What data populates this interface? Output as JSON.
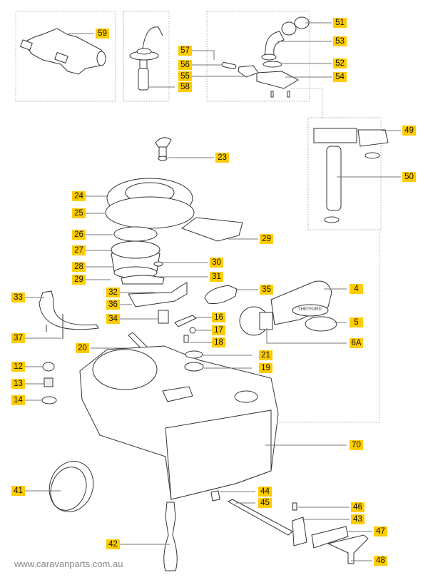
{
  "title": "Exploded parts diagram - cassette toilet",
  "watermark": "www.caravanparts.com.au",
  "label_color": "#ffcc00",
  "labels": {
    "p59": "59",
    "p57": "57",
    "p56": "56",
    "p55": "55",
    "p58": "58",
    "p51": "51",
    "p53": "53",
    "p52": "52",
    "p54": "54",
    "p49": "49",
    "p50": "50",
    "p23": "23",
    "p24": "24",
    "p25": "25",
    "p26": "26",
    "p27": "27",
    "p28": "28",
    "p29a": "29",
    "p29b": "29",
    "p30": "30",
    "p31": "31",
    "p32": "32",
    "p36": "36",
    "p34": "34",
    "p35": "35",
    "p33": "33",
    "p37": "37",
    "p16": "16",
    "p17": "17",
    "p18": "18",
    "p20": "20",
    "p21": "21",
    "p19": "19",
    "p4": "4",
    "p5": "5",
    "p6A": "6A",
    "p12": "12",
    "p13": "13",
    "p14": "14",
    "p70": "70",
    "p41": "41",
    "p42": "42",
    "p44": "44",
    "p45": "45",
    "p46": "46",
    "p43": "43",
    "p47": "47",
    "p48": "48"
  },
  "brand_mark": "THETFORD"
}
